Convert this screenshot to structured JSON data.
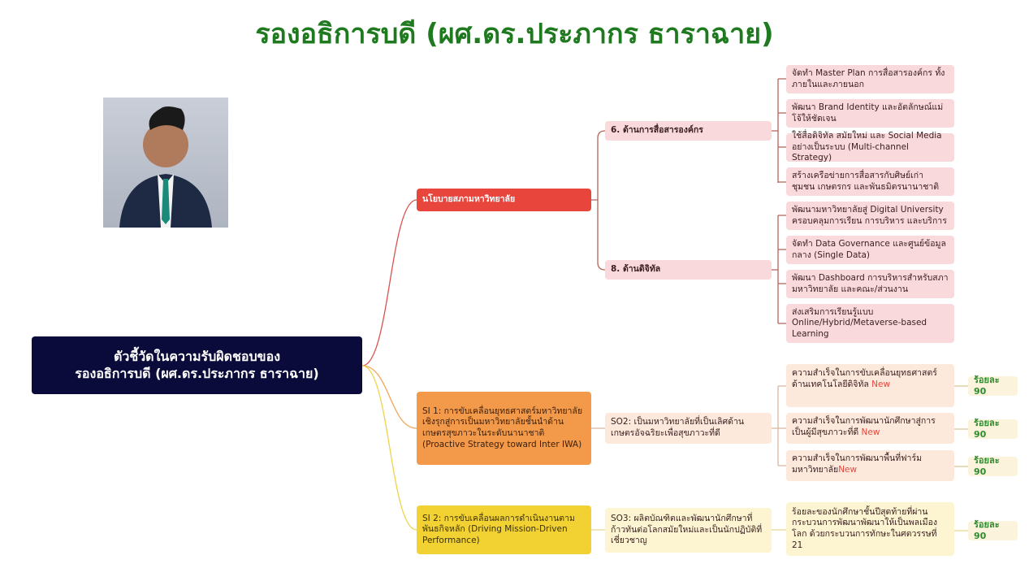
{
  "title": "รองอธิการบดี (ผศ.ดร.ประภากร ธาราฉาย)",
  "root": {
    "line1": "ตัวชี้วัดในความรับผิดชอบของ",
    "line2": "รองอธิการบดี (ผศ.ดร.ประภากร ธาราฉาย)"
  },
  "policy": {
    "label": "นโยบายสภามหาวิทยาลัย",
    "comm": {
      "label": "6. ด้านการสื่อสารองค์กร",
      "items": [
        "จัดทำ Master Plan การสื่อสารองค์กร ทั้งภายในและภายนอก",
        "พัฒนา Brand Identity และอัตลักษณ์แม่โจ้ให้ชัดเจน",
        "ใช้สื่อดิจิทัล สมัยใหม่ และ Social Media อย่างเป็นระบบ (Multi-channel Strategy)",
        "สร้างเครือข่ายการสื่อสารกับศิษย์เก่า ชุมชน เกษตรกร และพันธมิตรนานาชาติ"
      ]
    },
    "digital": {
      "label": "8. ด้านดิจิทัล",
      "items": [
        "พัฒนามหาวิทยาลัยสู่ Digital University ครอบคลุมการเรียน การบริหาร และบริการ",
        "จัดทำ Data Governance และศูนย์ข้อมูลกลาง (Single Data)",
        "พัฒนา Dashboard การบริหารสำหรับสภามหาวิทยาลัย และคณะ/ส่วนงาน",
        "ส่งเสริมการเรียนรู้แบบ Online/Hybrid/Metaverse-based Learning"
      ]
    }
  },
  "si1": {
    "label": "SI 1: การขับเคลื่อนยุทธศาสตร์มหาวิทยาลัยเชิงรุกสู่การเป็นมหาวิทยาลัยชั้นนำด้านเกษตรสุขภาวะในระดับนานาชาติ (Proactive Strategy toward Inter IWA)",
    "so": "SO2: เป็นมหาวิทยาลัยที่เป็นเลิศด้านเกษตรอัจฉริยะเพื่อสุขภาวะที่ดี",
    "kpis": [
      {
        "text": "ความสำเร็จในการขับเคลื่อนยุทธศาสตร์ด้านเทคโนโลยีดิจิทัล ",
        "tag": "New",
        "target": "ร้อยละ 90"
      },
      {
        "text": "ความสำเร็จในการพัฒนานักศึกษาสู่การเป็นผู้มีสุขภาวะที่ดี ",
        "tag": "New",
        "target": "ร้อยละ 90"
      },
      {
        "text": "ความสำเร็จในการพัฒนาพื้นที่ฟาร์มมหาวิทยาลัย",
        "tag": "New",
        "target": "ร้อยละ 90"
      }
    ]
  },
  "si2": {
    "label": "SI 2: การขับเคลื่อนผลการดำเนินงานตามพันธกิจหลัก (Driving Mission-Driven Performance)",
    "so": "SO3: ผลิตบัณฑิตและพัฒนานักศึกษาที่ก้าวทันต่อโลกสมัยใหม่และเป็นนักปฏิบัติที่เชี่ยวชาญ",
    "kpi": {
      "text": "ร้อยละของนักศึกษาชั้นปีสุดท้ายที่ผ่านกระบวนการพัฒนาพัฒนาให้เป็นพลเมืองโลก ด้วยกระบวนการทักษะในศตวรรษที่ 21",
      "target": "ร้อยละ 90"
    }
  },
  "colors": {
    "title": "#1f7a1f",
    "root": "#0b0b3b",
    "policy": "#e8453c",
    "si1": "#f39a4a",
    "si2": "#f2d232",
    "target": "#2e8b2e"
  }
}
